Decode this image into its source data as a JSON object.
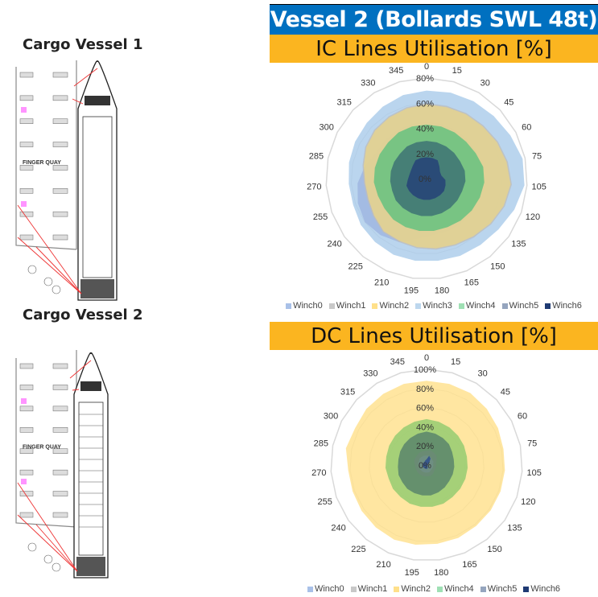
{
  "left": {
    "vessel1_title": "Cargo Vessel 1",
    "vessel2_title": "Cargo Vessel 2",
    "quay_label": "FINGER QUAY"
  },
  "header": {
    "title": "Vessel 2 (Bollards SWL 48t)",
    "color": "#0070C0"
  },
  "chart_data": [
    {
      "type": "radar",
      "title": "IC Lines Utilisation [%]",
      "categories": [
        "0",
        "15",
        "30",
        "45",
        "60",
        "75",
        "105",
        "120",
        "135",
        "150",
        "165",
        "180",
        "195",
        "210",
        "225",
        "240",
        "255",
        "270",
        "285",
        "300",
        "315",
        "330",
        "345"
      ],
      "rlim": [
        0,
        80
      ],
      "rticks": [
        "0%",
        "20%",
        "40%",
        "60%",
        "80%"
      ],
      "rtick_values": [
        0,
        20,
        40,
        60,
        80
      ],
      "legend": [
        "Winch0",
        "Winch1",
        "Winch2",
        "Winch3",
        "Winch4",
        "Winch5",
        "Winch6"
      ],
      "series": [
        {
          "name": "Winch3",
          "color": "#A9CBEA",
          "values": [
            70,
            71,
            72,
            73,
            75,
            78,
            78,
            74,
            70,
            68,
            67,
            66,
            66,
            66,
            65,
            64,
            62,
            62,
            63,
            64,
            65,
            67,
            69
          ]
        },
        {
          "name": "Winch0",
          "color": "#9DB4E0",
          "values": [
            45,
            45,
            45,
            45,
            45,
            45,
            45,
            45,
            45,
            45,
            45,
            45,
            48,
            55,
            58,
            60,
            58,
            55,
            50,
            45,
            45,
            45,
            45
          ]
        },
        {
          "name": "Winch1",
          "color": "#BDBDBD",
          "values": [
            60,
            60,
            61,
            62,
            64,
            66,
            68,
            66,
            63,
            60,
            58,
            57,
            56,
            55,
            55,
            52,
            50,
            50,
            52,
            55,
            57,
            58,
            59
          ]
        },
        {
          "name": "Winch2",
          "color": "#E8D48A",
          "values": [
            59,
            59,
            60,
            61,
            63,
            65,
            67,
            65,
            62,
            59,
            57,
            56,
            55,
            54,
            54,
            51,
            49,
            49,
            51,
            54,
            56,
            57,
            58
          ]
        },
        {
          "name": "Winch4",
          "color": "#5EC07E",
          "values": [
            43,
            43,
            43,
            43,
            44,
            46,
            46,
            45,
            44,
            43,
            42,
            42,
            42,
            42,
            42,
            41,
            41,
            42,
            42,
            42,
            42,
            43,
            43
          ]
        },
        {
          "name": "Winch5",
          "color": "#3A6E73",
          "values": [
            30,
            30,
            30,
            30,
            30,
            31,
            31,
            30,
            30,
            30,
            30,
            30,
            30,
            30,
            30,
            30,
            29,
            29,
            29,
            29,
            29,
            30,
            30
          ]
        },
        {
          "name": "Winch6",
          "color": "#233E78",
          "values": [
            17,
            17,
            17,
            14,
            12,
            12,
            15,
            16,
            17,
            17,
            17,
            17,
            17,
            17,
            17,
            17,
            17,
            15,
            14,
            14,
            15,
            17,
            17
          ]
        }
      ]
    },
    {
      "type": "radar",
      "title": "DC Lines Utilisation [%]",
      "categories": [
        "0",
        "15",
        "30",
        "45",
        "60",
        "75",
        "105",
        "120",
        "135",
        "150",
        "165",
        "180",
        "195",
        "210",
        "225",
        "240",
        "255",
        "270",
        "285",
        "300",
        "315",
        "330",
        "345"
      ],
      "rlim": [
        0,
        100
      ],
      "rticks": [
        "0%",
        "20%",
        "40%",
        "60%",
        "80%",
        "100%"
      ],
      "rtick_values": [
        0,
        20,
        40,
        60,
        80,
        100
      ],
      "legend": [
        "Winch0",
        "Winch1",
        "Winch2",
        "Winch4",
        "Winch5",
        "Winch6"
      ],
      "series": [
        {
          "name": "Winch2",
          "color": "#FFE08A",
          "values": [
            88,
            88,
            88,
            86,
            84,
            82,
            82,
            82,
            82,
            82,
            83,
            83,
            84,
            85,
            84,
            83,
            82,
            82,
            86,
            84,
            86,
            87,
            88
          ]
        },
        {
          "name": "Winch4",
          "color": "#8FCB6E",
          "values": [
            48,
            47,
            46,
            45,
            44,
            43,
            43,
            43,
            43,
            43,
            44,
            44,
            44,
            44,
            43,
            43,
            42,
            43,
            43,
            44,
            45,
            46,
            47
          ]
        },
        {
          "name": "Winch5",
          "color": "#55806A",
          "values": [
            35,
            34,
            33,
            32,
            30,
            29,
            29,
            29,
            29,
            30,
            31,
            32,
            32,
            32,
            32,
            31,
            31,
            30,
            30,
            31,
            32,
            33,
            34
          ]
        },
        {
          "name": "Winch1",
          "color": "#6B8A75",
          "values": [
            15,
            16,
            15,
            14,
            12,
            10,
            10,
            10,
            10,
            11,
            12,
            12,
            12,
            12,
            12,
            12,
            12,
            12,
            13,
            14,
            14,
            15,
            15
          ]
        },
        {
          "name": "Winch0",
          "color": "#6F8E86",
          "values": [
            10,
            10,
            9,
            8,
            8,
            7,
            7,
            7,
            7,
            7,
            8,
            8,
            8,
            8,
            8,
            8,
            8,
            8,
            9,
            9,
            10,
            10,
            10
          ]
        },
        {
          "name": "Winch6",
          "color": "#2A4A8C",
          "values": [
            6,
            10,
            8,
            4,
            2,
            1,
            1,
            1,
            1,
            2,
            3,
            4,
            4,
            4,
            4,
            4,
            4,
            4,
            4,
            4,
            4,
            4,
            5
          ]
        }
      ]
    }
  ],
  "legend_colors": {
    "Winch0": "#A9C1E8",
    "Winch1": "#C8C8C8",
    "Winch2": "#FFE08A",
    "Winch3": "#BDD7EE",
    "Winch4": "#9FE0B4",
    "Winch5": "#95A5BE",
    "Winch6": "#1F3A73"
  }
}
